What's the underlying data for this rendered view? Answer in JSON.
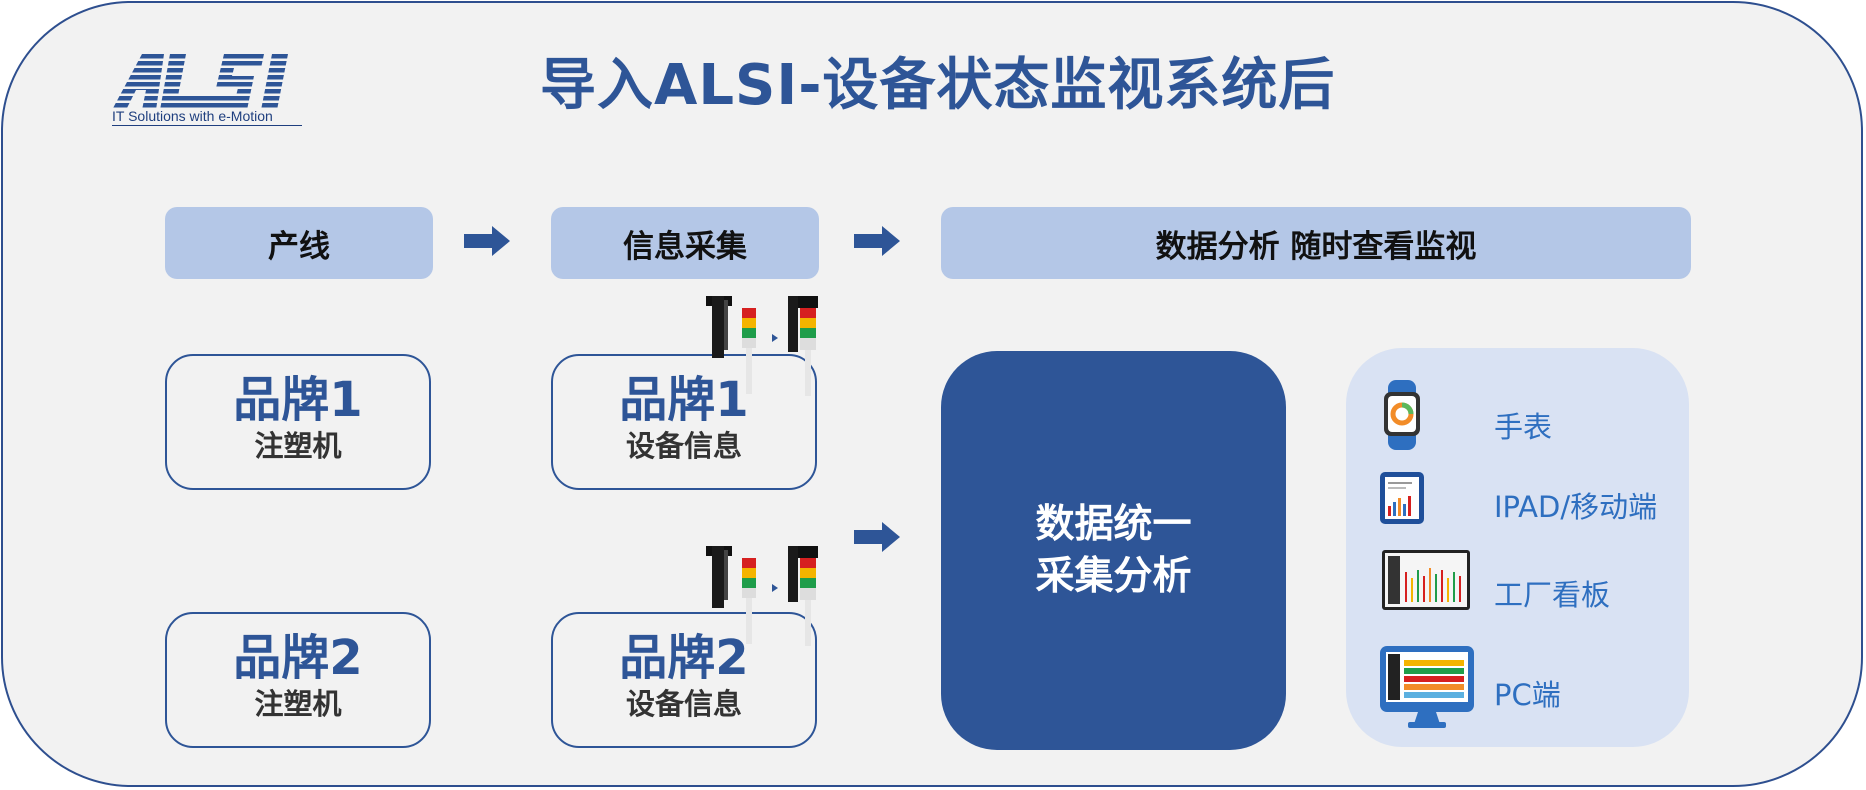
{
  "logo": {
    "text": "ALSI",
    "tagline": "IT Solutions with e-Motion"
  },
  "title": "导入ALSI-设备状态监视系统后",
  "steps": [
    "产线",
    "信息采集",
    "数据分析 随时查看监视"
  ],
  "machines": [
    {
      "brand": "品牌1",
      "type": "注塑机"
    },
    {
      "brand": "品牌2",
      "type": "注塑机"
    }
  ],
  "collectors": [
    {
      "brand": "品牌1",
      "info": "设备信息"
    },
    {
      "brand": "品牌2",
      "info": "设备信息"
    }
  ],
  "hub": {
    "line1": "数据统一",
    "line2": "采集分析"
  },
  "devices": [
    {
      "label": "手表",
      "icon": "smartwatch-icon"
    },
    {
      "label": "IPAD/移动端",
      "icon": "tablet-icon"
    },
    {
      "label": "工厂看板",
      "icon": "factory-board-icon"
    },
    {
      "label": "PC端",
      "icon": "pc-monitor-icon"
    }
  ],
  "colors": {
    "primary": "#2e5597",
    "step_bg": "#b4c7e7",
    "device_panel": "#d9e2f3",
    "device_label": "#2e6fc0",
    "background": "#f2f2f2"
  }
}
